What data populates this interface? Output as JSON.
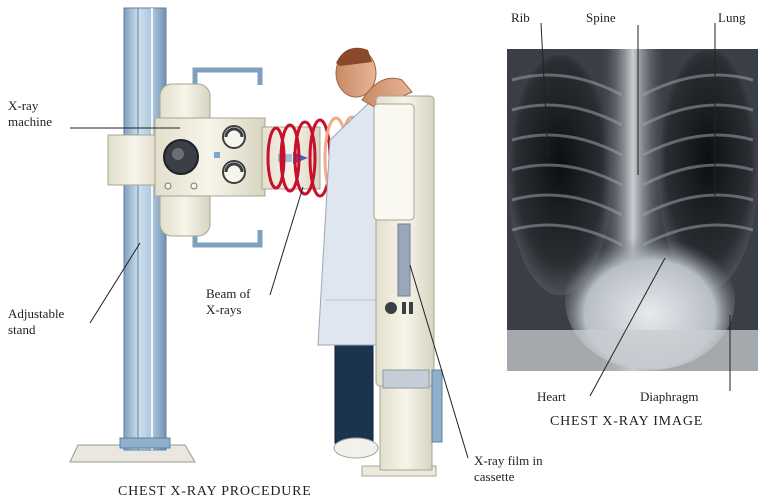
{
  "procedure": {
    "caption": "CHEST X-RAY PROCEDURE",
    "labels": {
      "xray_machine": "X-ray\nmachine",
      "adjustable_stand": "Adjustable\nstand",
      "beam": "Beam of\nX-rays",
      "film": "X-ray film in\ncassette"
    }
  },
  "xray_image": {
    "caption": "CHEST X-RAY IMAGE",
    "labels": {
      "rib": "Rib",
      "spine": "Spine",
      "lung": "Lung",
      "heart": "Heart",
      "diaphragm": "Diaphragm"
    }
  },
  "colors": {
    "stand_blue": "#a8c4dc",
    "machine_cream": "#f2efe2",
    "beam_red": "#c8102e",
    "beam_peach": "#f2a98a",
    "gown_blue": "#dfe6ef",
    "trousers": "#1c3350",
    "xray_dark": "#1a1d21"
  }
}
